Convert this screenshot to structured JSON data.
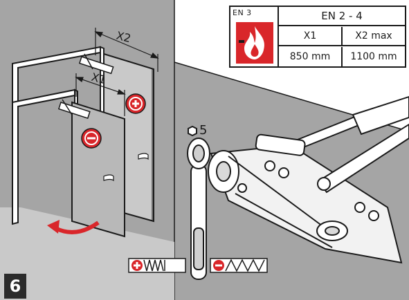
{
  "step_number": "6",
  "spec_table": {
    "class_label": "EN 3",
    "header": "EN 2 - 4",
    "columns": [
      "X1",
      "X2 max"
    ],
    "values": [
      "850 mm",
      "1100 mm"
    ]
  },
  "dimension_labels": {
    "x2": "X2",
    "x1": "X1"
  },
  "hex_size": "5",
  "icons": {
    "fire": "flame-icon",
    "increase": "plus-circle-icon",
    "decrease": "minus-circle-icon",
    "rotate": "curved-arrow-icon",
    "spring_tight": "spring-compressed-icon",
    "spring_loose": "spring-extended-icon",
    "hex": "hex-key-icon"
  },
  "colors": {
    "accent_red": "#d9262a",
    "wall_gray": "#a5a5a5",
    "line_dark": "#1a1a1a",
    "badge_bg": "#2b2b2b"
  }
}
